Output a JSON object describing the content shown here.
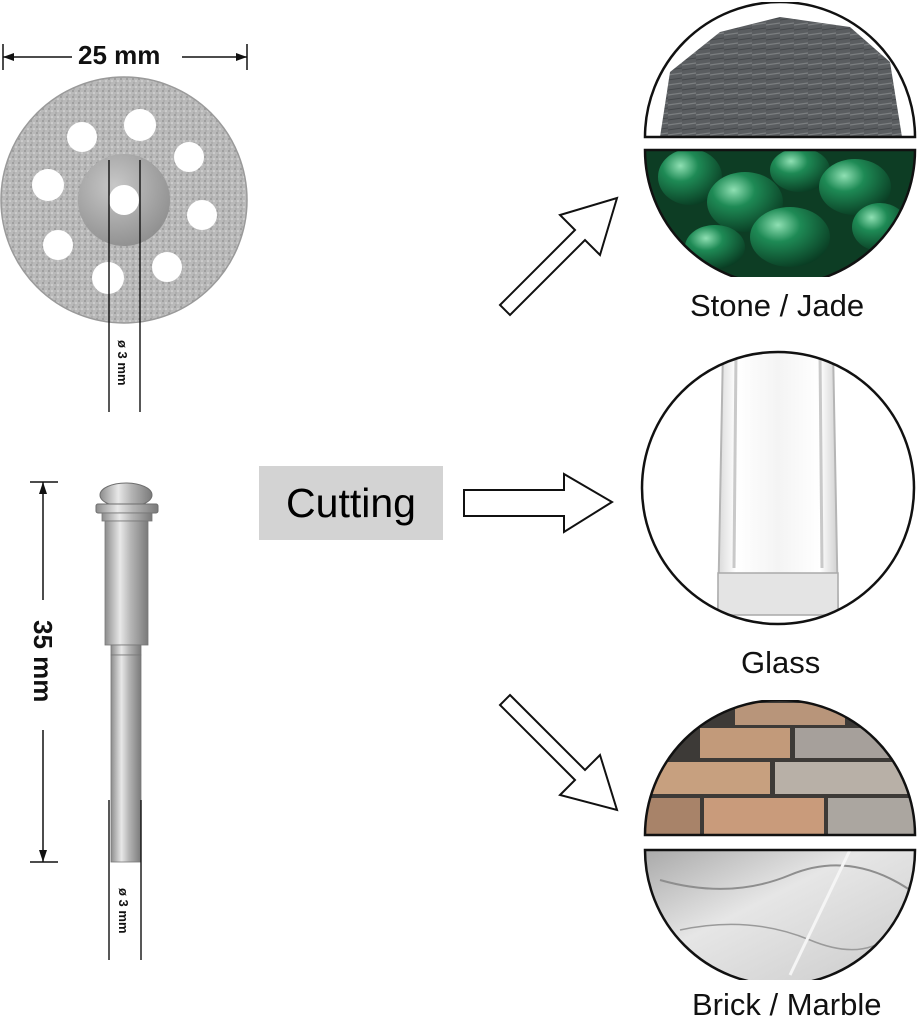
{
  "disc": {
    "diameter_label": "25 mm",
    "bore_label": "ø 3 mm"
  },
  "mandrel": {
    "length_label": "35 mm",
    "shank_label": "ø 3 mm"
  },
  "center": {
    "title": "Cutting"
  },
  "materials": [
    {
      "label": "Stone / Jade"
    },
    {
      "label": "Glass"
    },
    {
      "label": "Brick / Marble"
    }
  ],
  "colors": {
    "box_gray": "#d3d3d3",
    "disc_gray": "#bdbdbd",
    "malachite": "#1e8a55",
    "slate": "#5a5d60",
    "brick": "#b88b6a",
    "marble": "#dcdcdc"
  },
  "icons": [
    "arrow-up-right-icon",
    "arrow-right-icon",
    "arrow-down-right-icon"
  ]
}
